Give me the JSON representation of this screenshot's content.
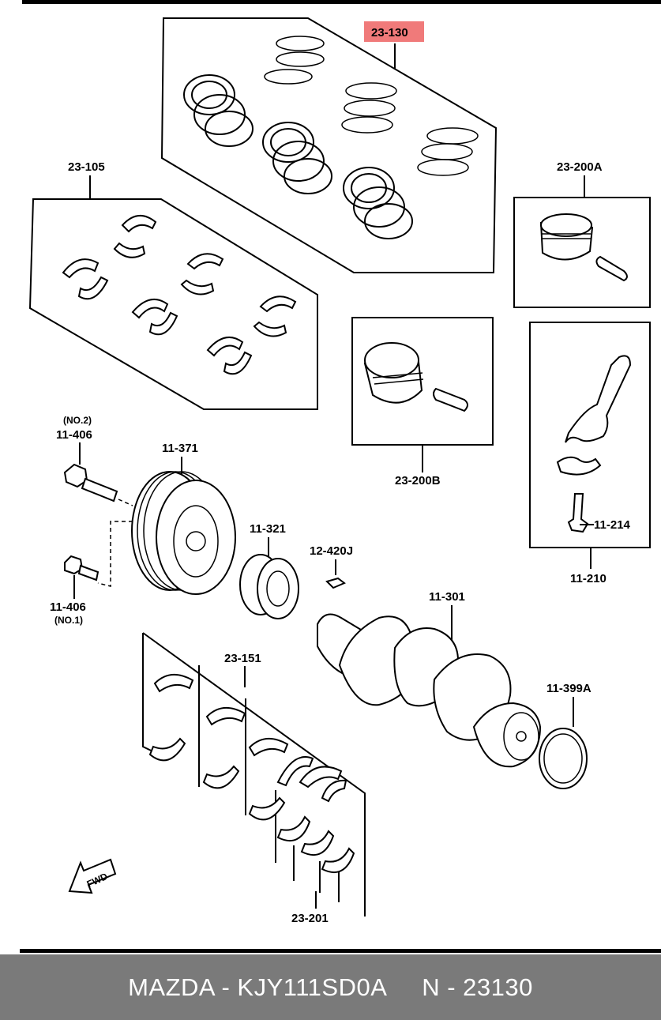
{
  "labels": {
    "rings": "23-130",
    "bearings_upper": "23-105",
    "piston_a": "23-200A",
    "piston_b": "23-200B",
    "bolt2_note": "(NO.2)",
    "bolt2": "11-406",
    "pulley": "11-371",
    "sprocket": "11-321",
    "key": "12-420J",
    "rod": "11-210",
    "rod_bolt": "11-214",
    "bolt1": "11-406",
    "bolt1_note": "(NO.1)",
    "crankshaft": "11-301",
    "thrust": "23-151",
    "seal": "11-399A",
    "main_bearings": "23-201",
    "fwd": "FWD"
  },
  "highlight_color": "#f07a7a",
  "footer": {
    "text": "MAZDA - KJY111SD0A     N - 23130",
    "background": "#7a7a7a"
  }
}
